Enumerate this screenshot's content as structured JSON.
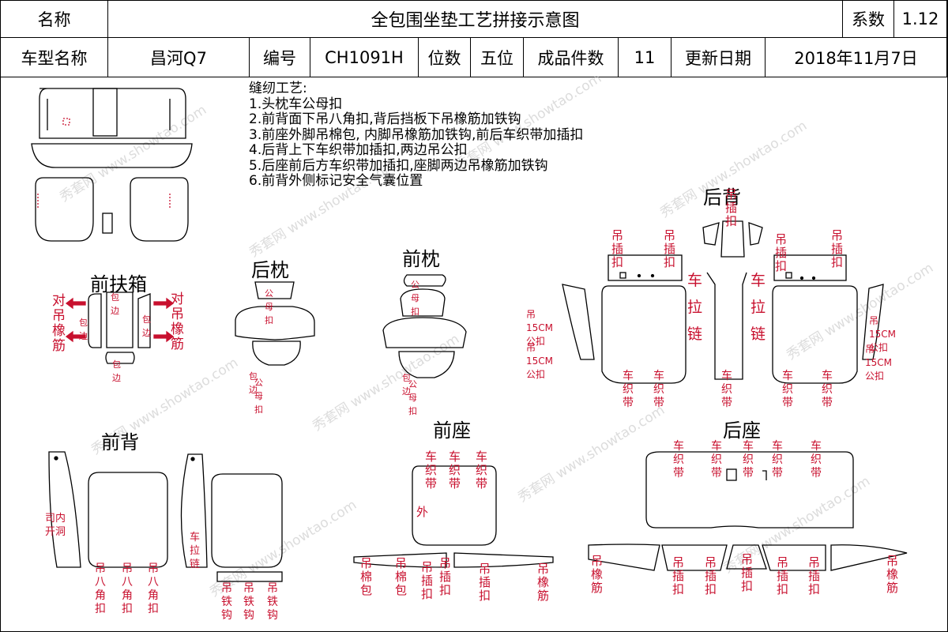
{
  "header": {
    "name_label": "名称",
    "title": "全包围坐垫工艺拼接示意图",
    "coef_label": "系数",
    "coef_value": "1.12",
    "model_label": "车型名称",
    "model_value": "昌河Q7",
    "code_label": "编号",
    "code_value": "CH1091H",
    "seats_label": "位数",
    "seats_value": "五位",
    "pieces_label": "成品件数",
    "pieces_value": "11",
    "date_label": "更新日期",
    "date_value": "2018年11月7日"
  },
  "craft": {
    "title": "缝纫工艺:",
    "steps": [
      "1.头枕车公母扣",
      "2.前背面下吊八角扣,背后挡板下吊橡筋加铁钩",
      "3.前座外脚吊棉包, 内脚吊橡筋加铁钩,前后车织带加插扣",
      "4.后背上下车织带加插扣,两边吊公扣",
      "5.后座前后方车织带加插扣,座脚两边吊橡筋加铁钩",
      "6.前背外侧标记安全气囊位置"
    ]
  },
  "sections": {
    "front_armrest": "前扶箱",
    "rear_headrest": "后枕",
    "front_headrest": "前枕",
    "rear_back": "后背",
    "front_back": "前背",
    "front_seat": "前座",
    "rear_seat": "后座"
  },
  "notes": {
    "hang_elastic": "对吊橡筋",
    "bind_edge": "包边",
    "snap_mf": "公母扣",
    "hang_buckle": "吊插扣",
    "car_zipper": "车拉链",
    "car_webbing": "车织带",
    "hang_15cm_snap": "吊15CM公扣",
    "hang_octagon": "吊八角扣",
    "hang_hook": "吊铁钩",
    "mark_hole": "司内开洞",
    "zipper_small": "车拉链",
    "outer": "外",
    "hang_cotton": "吊棉包",
    "hang_buckle2": "吊插扣",
    "hang_elastic2": "吊橡筋"
  },
  "watermark": "秀套网 www.showtao.com",
  "colors": {
    "note_red": "#c8102e",
    "line": "#000000",
    "watermark": "#bdbdbd"
  }
}
